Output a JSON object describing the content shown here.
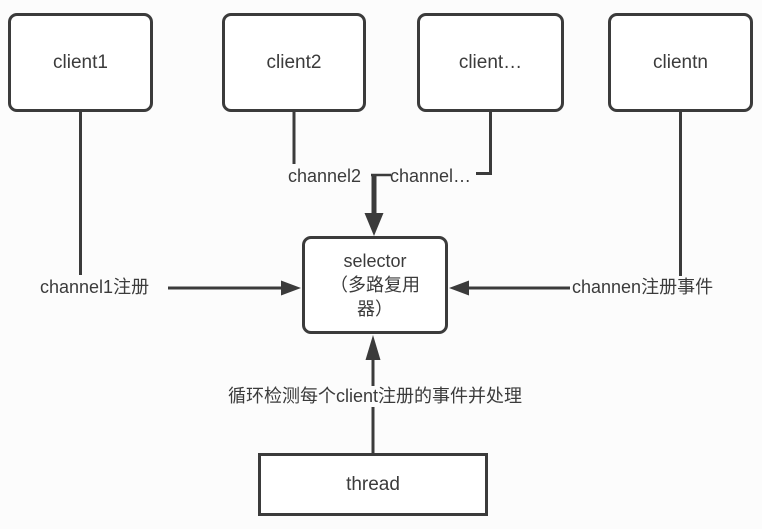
{
  "nodes": {
    "client1": {
      "label": "client1"
    },
    "client2": {
      "label": "client2"
    },
    "client_more": {
      "label": "client…"
    },
    "clientn": {
      "label": "clientn"
    },
    "selector": {
      "label": "selector\n（多路复用\n器）"
    },
    "thread": {
      "label": "thread"
    }
  },
  "edge_labels": {
    "channel1": "channel1注册",
    "channel2": "channel2",
    "channel_more": "channel…",
    "channeln": "channen注册事件",
    "loop": "循环检测每个client注册的事件并处理"
  },
  "colors": {
    "stroke": "#3b3b3b",
    "text": "#3b3b3b",
    "background": "#fcfcfc",
    "node_fill": "#ffffff"
  }
}
